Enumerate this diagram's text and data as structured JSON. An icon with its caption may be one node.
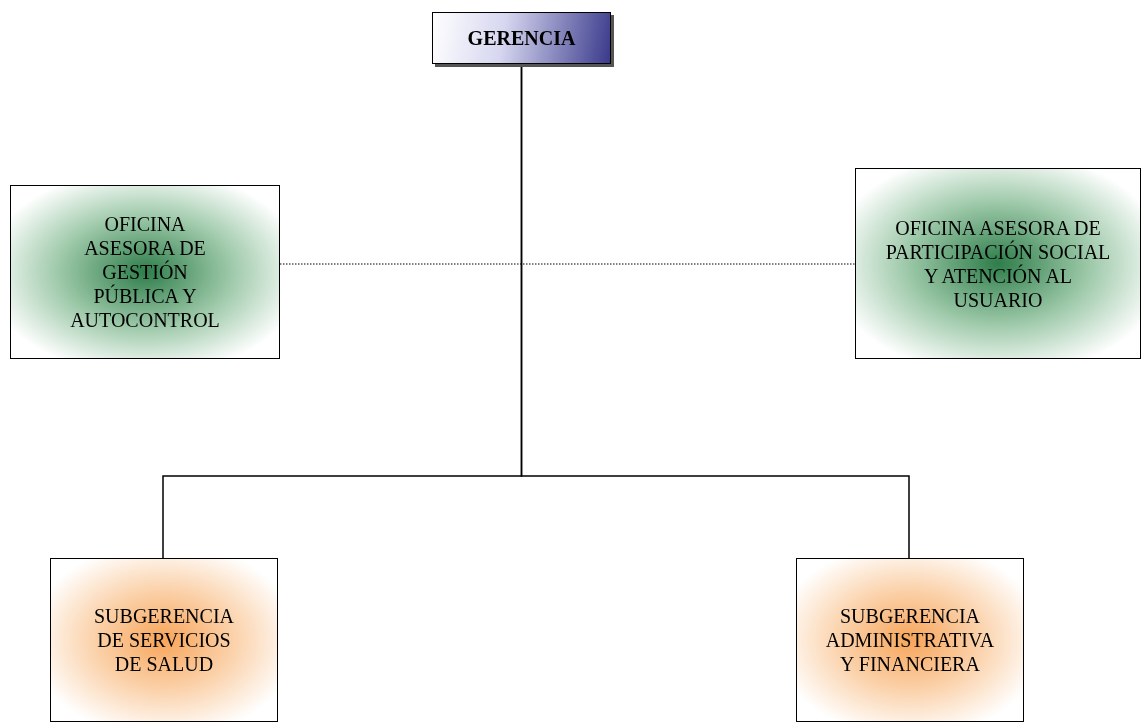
{
  "diagram": {
    "nodes": [
      {
        "text": [
          "GERENCIA"
        ]
      },
      {
        "text": [
          "OFICINA ASESORA DE GESTIÓN PÚBLICA Y AUTOCONTROL"
        ]
      },
      {
        "text": [
          "OFICINA ASESORA DE PARTICIPACIÓN SOCIAL Y ATENCIÓN AL USUARIO"
        ]
      },
      {
        "text": [
          "SUBGERENCIA DE SERVICIOS DE SALUD"
        ]
      },
      {
        "text": [
          "SUBGERENCIA ADMINISTRATIVA Y FINANCIERA"
        ]
      }
    ],
    "edges": [
      {
        "from": 0,
        "to": 3,
        "arrow": "none"
      },
      {
        "from": 0,
        "to": 4,
        "arrow": "none"
      },
      {
        "from": 1,
        "to": 2,
        "arrow": "none",
        "style": "dashed"
      }
    ]
  }
}
